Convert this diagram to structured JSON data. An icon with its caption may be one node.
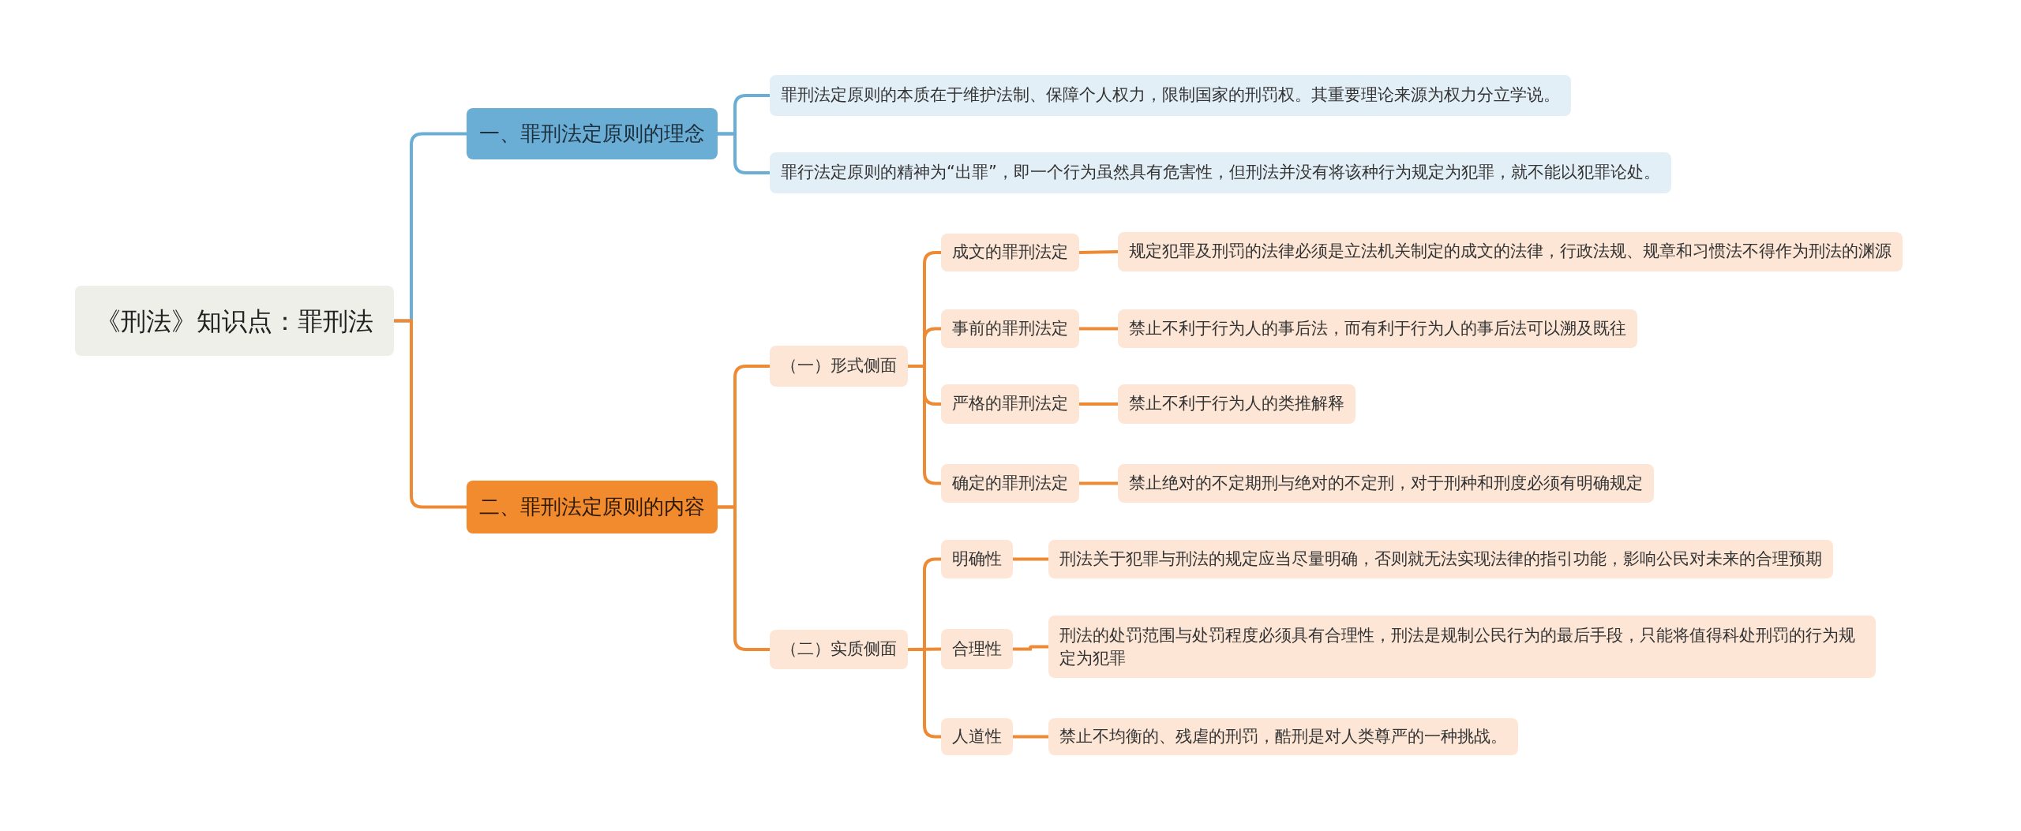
{
  "diagram": {
    "nodes": [
      {
        "text": [
          "《刑法》知识点：罪刑法"
        ]
      },
      {
        "text": [
          "一、罪刑法定原则的理念"
        ]
      },
      {
        "text": [
          "罪刑法定原则的本质在于维护法制、保障个人权力，限制国家的刑罚权。其重要理论来源为权力分立学说。"
        ]
      },
      {
        "text": [
          "罪行法定原则的精神为“出罪”，即一个行为虽然具有危害性，但刑法并没有将该种行为规定为犯罪，就不能以犯罪论处。"
        ]
      },
      {
        "text": [
          "二、罪刑法定原则的内容"
        ]
      },
      {
        "text": [
          "（一）形式侧面"
        ]
      },
      {
        "text": [
          "成文的罪刑法定"
        ]
      },
      {
        "text": [
          "规定犯罪及刑罚的法律必须是立法机关制定的成文的法律，行政法规、规章和习惯法不得作为刑法的渊源"
        ]
      },
      {
        "text": [
          "事前的罪刑法定"
        ]
      },
      {
        "text": [
          "禁止不利于行为人的事后法，而有利于行为人的事后法可以溯及既往"
        ]
      },
      {
        "text": [
          "严格的罪刑法定"
        ]
      },
      {
        "text": [
          "禁止不利于行为人的类推解释"
        ]
      },
      {
        "text": [
          "确定的罪刑法定"
        ]
      },
      {
        "text": [
          "禁止绝对的不定期刑与绝对的不定刑，对于刑种和刑度必须有明确规定"
        ]
      },
      {
        "text": [
          "（二）实质侧面"
        ]
      },
      {
        "text": [
          "明确性"
        ]
      },
      {
        "text": [
          "刑法关于犯罪与刑法的规定应当尽量明确，否则就无法实现法律的指引功能，影响公民对未来的合理预期"
        ]
      },
      {
        "text": [
          "合理性"
        ]
      },
      {
        "text": [
          "刑法的处罚范围与处罚程度必须具有合理性，刑法是规制公民行为的最后手段，只能将值得科处刑罚的行为规定为犯罪"
        ]
      },
      {
        "text": [
          "人道性"
        ]
      },
      {
        "text": [
          "禁止不均衡的、残虐的刑罚，酷刑是对人类尊严的一种挑战。"
        ]
      }
    ],
    "edges": [
      {
        "from": 0,
        "to": 1,
        "arrow": "none",
        "color": "#6aaed6"
      },
      {
        "from": 1,
        "to": 2,
        "arrow": "none",
        "color": "#6aaed6"
      },
      {
        "from": 1,
        "to": 3,
        "arrow": "none",
        "color": "#6aaed6"
      },
      {
        "from": 0,
        "to": 4,
        "arrow": "none"
      },
      {
        "from": 4,
        "to": 5,
        "arrow": "none"
      },
      {
        "from": 5,
        "to": 6,
        "arrow": "none"
      },
      {
        "from": 6,
        "to": 7,
        "arrow": "none"
      },
      {
        "from": 5,
        "to": 8,
        "arrow": "none"
      },
      {
        "from": 8,
        "to": 9,
        "arrow": "none"
      },
      {
        "from": 5,
        "to": 10,
        "arrow": "none"
      },
      {
        "from": 10,
        "to": 11,
        "arrow": "none"
      },
      {
        "from": 5,
        "to": 12,
        "arrow": "none"
      },
      {
        "from": 12,
        "to": 13,
        "arrow": "none"
      },
      {
        "from": 4,
        "to": 14,
        "arrow": "none"
      },
      {
        "from": 14,
        "to": 15,
        "arrow": "none"
      },
      {
        "from": 15,
        "to": 16,
        "arrow": "none"
      },
      {
        "from": 14,
        "to": 17,
        "arrow": "none"
      },
      {
        "from": 17,
        "to": 18,
        "arrow": "none"
      },
      {
        "from": 14,
        "to": 19,
        "arrow": "none"
      },
      {
        "from": 19,
        "to": 20,
        "arrow": "none"
      }
    ]
  }
}
